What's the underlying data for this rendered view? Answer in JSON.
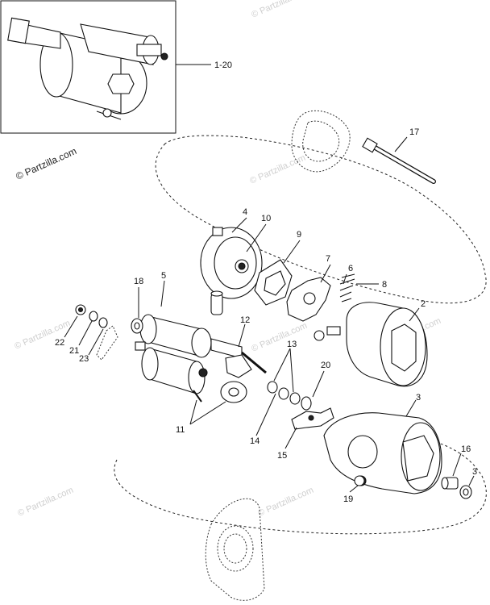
{
  "watermark_main": "© Partzilla.com",
  "watermarks": [
    "© Partzilla.com",
    "© Partzilla.com",
    "© Partzilla.com",
    "© Partzilla.com",
    "© Partzilla.com",
    "© Partzilla.com",
    "© Partzilla.com"
  ],
  "callouts": {
    "assembly": "1-20",
    "c17": "17",
    "c4": "4",
    "c10": "10",
    "c9": "9",
    "c7": "7",
    "c6": "6",
    "c8": "8",
    "c18": "18",
    "c5": "5",
    "c2": "2",
    "c12": "12",
    "c13": "13",
    "c22": "22",
    "c21": "21",
    "c23": "23",
    "c20": "20",
    "c3a": "3",
    "c11": "11",
    "c14": "14",
    "c15": "15",
    "c16": "16",
    "c3b": "3",
    "c19": "19"
  }
}
